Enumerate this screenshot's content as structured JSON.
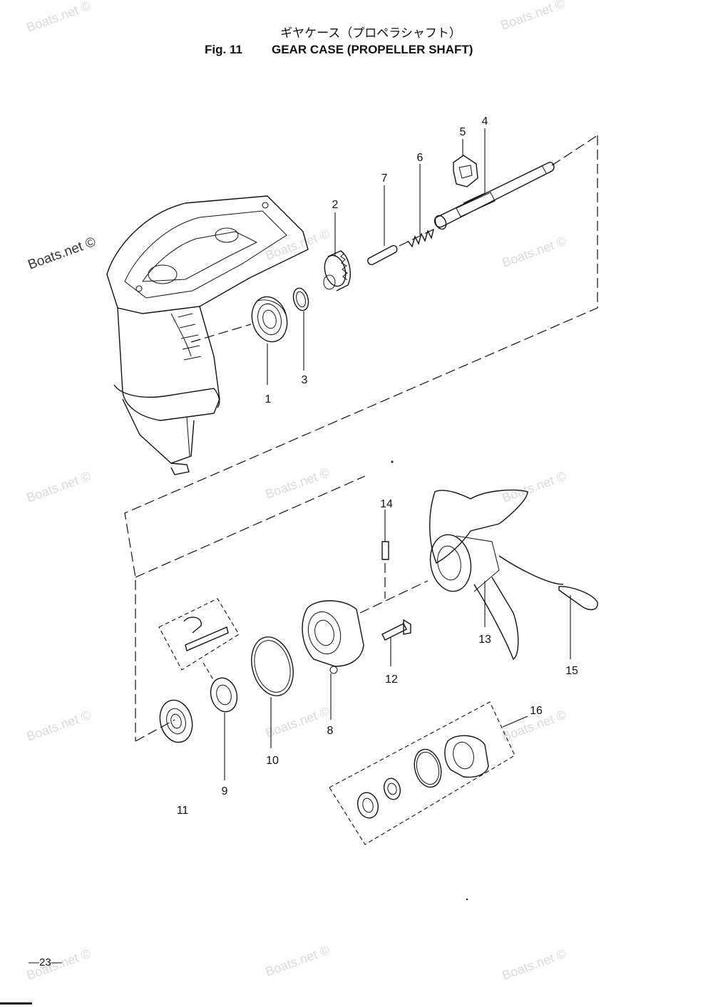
{
  "title": {
    "japanese": "ギヤケース（プロペラシャフト）",
    "fig": "Fig. 11",
    "english": "GEAR CASE (PROPELLER SHAFT)"
  },
  "watermark": {
    "text": "Boats.net ©"
  },
  "page_number": "—23—",
  "parts": [
    {
      "number": "1"
    },
    {
      "number": "2"
    },
    {
      "number": "3"
    },
    {
      "number": "4"
    },
    {
      "number": "5"
    },
    {
      "number": "6"
    },
    {
      "number": "7"
    },
    {
      "number": "8"
    },
    {
      "number": "9"
    },
    {
      "number": "10"
    },
    {
      "number": "11"
    },
    {
      "number": "12"
    },
    {
      "number": "13"
    },
    {
      "number": "14"
    },
    {
      "number": "15"
    },
    {
      "number": "16"
    }
  ]
}
